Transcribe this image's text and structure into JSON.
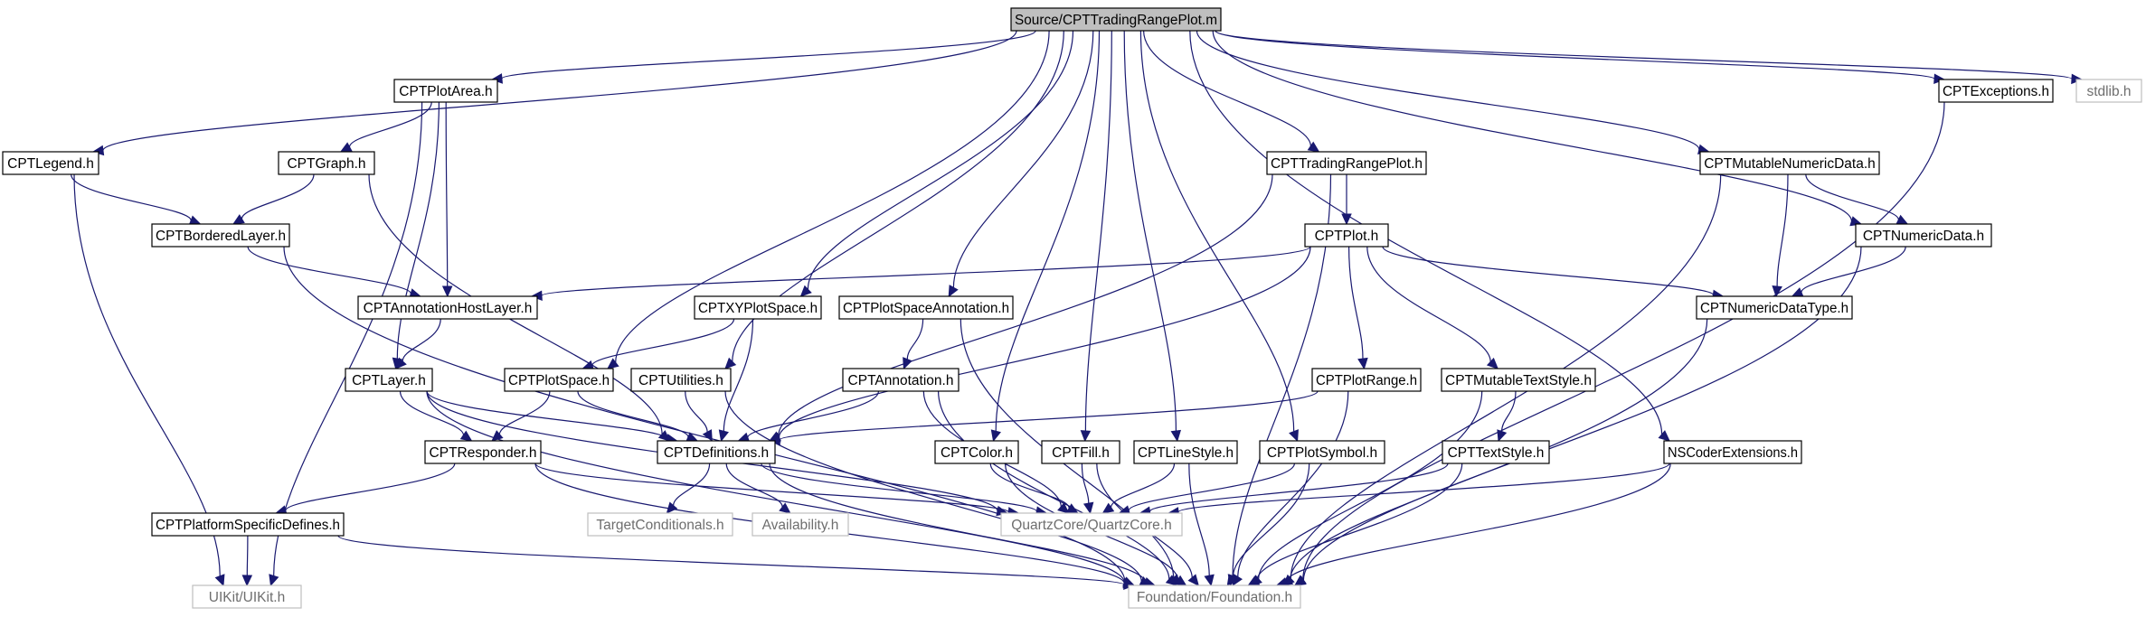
{
  "colors": {
    "edge": "#191970",
    "root_fill": "#bfbfbf",
    "node_border": "#000000",
    "external_border": "#bfbfbf",
    "external_text": "#6e6e6e"
  },
  "nodes": [
    {
      "id": "root",
      "label": "Source/CPTTradingRangePlot.m",
      "kind": "root"
    },
    {
      "id": "plotarea",
      "label": "CPTPlotArea.h",
      "kind": "header"
    },
    {
      "id": "exceptions",
      "label": "CPTExceptions.h",
      "kind": "header"
    },
    {
      "id": "stdlib",
      "label": "stdlib.h",
      "kind": "external"
    },
    {
      "id": "legend",
      "label": "CPTLegend.h",
      "kind": "header"
    },
    {
      "id": "graph",
      "label": "CPTGraph.h",
      "kind": "header"
    },
    {
      "id": "tradinghdr",
      "label": "CPTTradingRangePlot.h",
      "kind": "header"
    },
    {
      "id": "mutnum",
      "label": "CPTMutableNumericData.h",
      "kind": "header"
    },
    {
      "id": "bordered",
      "label": "CPTBorderedLayer.h",
      "kind": "header"
    },
    {
      "id": "plot",
      "label": "CPTPlot.h",
      "kind": "header"
    },
    {
      "id": "numdata",
      "label": "CPTNumericData.h",
      "kind": "header"
    },
    {
      "id": "annothost",
      "label": "CPTAnnotationHostLayer.h",
      "kind": "header"
    },
    {
      "id": "xyspace",
      "label": "CPTXYPlotSpace.h",
      "kind": "header"
    },
    {
      "id": "spaceannot",
      "label": "CPTPlotSpaceAnnotation.h",
      "kind": "header"
    },
    {
      "id": "numtype",
      "label": "CPTNumericDataType.h",
      "kind": "header"
    },
    {
      "id": "layer",
      "label": "CPTLayer.h",
      "kind": "header"
    },
    {
      "id": "plotspace",
      "label": "CPTPlotSpace.h",
      "kind": "header"
    },
    {
      "id": "utilities",
      "label": "CPTUtilities.h",
      "kind": "header"
    },
    {
      "id": "annotation",
      "label": "CPTAnnotation.h",
      "kind": "header"
    },
    {
      "id": "plotrange",
      "label": "CPTPlotRange.h",
      "kind": "header"
    },
    {
      "id": "muttext",
      "label": "CPTMutableTextStyle.h",
      "kind": "header"
    },
    {
      "id": "responder",
      "label": "CPTResponder.h",
      "kind": "header"
    },
    {
      "id": "defs",
      "label": "CPTDefinitions.h",
      "kind": "header"
    },
    {
      "id": "color",
      "label": "CPTColor.h",
      "kind": "header"
    },
    {
      "id": "fill",
      "label": "CPTFill.h",
      "kind": "header"
    },
    {
      "id": "linestyle",
      "label": "CPTLineStyle.h",
      "kind": "header"
    },
    {
      "id": "plotsymbol",
      "label": "CPTPlotSymbol.h",
      "kind": "header"
    },
    {
      "id": "textstyle",
      "label": "CPTTextStyle.h",
      "kind": "header"
    },
    {
      "id": "nscoder",
      "label": "NSCoderExtensions.h",
      "kind": "header"
    },
    {
      "id": "platform",
      "label": "CPTPlatformSpecificDefines.h",
      "kind": "header"
    },
    {
      "id": "targetcond",
      "label": "TargetConditionals.h",
      "kind": "external"
    },
    {
      "id": "availability",
      "label": "Availability.h",
      "kind": "external"
    },
    {
      "id": "quartz",
      "label": "QuartzCore/QuartzCore.h",
      "kind": "external"
    },
    {
      "id": "uikit",
      "label": "UIKit/UIKit.h",
      "kind": "external"
    },
    {
      "id": "foundation",
      "label": "Foundation/Foundation.h",
      "kind": "external"
    }
  ],
  "edges": [
    [
      "root",
      "plotarea"
    ],
    [
      "root",
      "legend"
    ],
    [
      "root",
      "exceptions"
    ],
    [
      "root",
      "stdlib"
    ],
    [
      "root",
      "tradinghdr"
    ],
    [
      "root",
      "mutnum"
    ],
    [
      "root",
      "numdata"
    ],
    [
      "root",
      "xyspace"
    ],
    [
      "root",
      "spaceannot"
    ],
    [
      "root",
      "plotspace"
    ],
    [
      "root",
      "utilities"
    ],
    [
      "root",
      "color"
    ],
    [
      "root",
      "fill"
    ],
    [
      "root",
      "linestyle"
    ],
    [
      "root",
      "plotsymbol"
    ],
    [
      "root",
      "nscoder"
    ],
    [
      "plotarea",
      "graph"
    ],
    [
      "plotarea",
      "annothost"
    ],
    [
      "plotarea",
      "layer"
    ],
    [
      "plotarea",
      "uikit"
    ],
    [
      "legend",
      "bordered"
    ],
    [
      "legend",
      "uikit"
    ],
    [
      "graph",
      "bordered"
    ],
    [
      "graph",
      "defs"
    ],
    [
      "bordered",
      "annothost"
    ],
    [
      "bordered",
      "foundation"
    ],
    [
      "annothost",
      "layer"
    ],
    [
      "layer",
      "responder"
    ],
    [
      "layer",
      "defs"
    ],
    [
      "layer",
      "quartz"
    ],
    [
      "layer",
      "foundation"
    ],
    [
      "plotspace",
      "responder"
    ],
    [
      "plotspace",
      "defs"
    ],
    [
      "xyspace",
      "plotspace"
    ],
    [
      "xyspace",
      "defs"
    ],
    [
      "utilities",
      "defs"
    ],
    [
      "utilities",
      "foundation"
    ],
    [
      "spaceannot",
      "annotation"
    ],
    [
      "spaceannot",
      "foundation"
    ],
    [
      "annotation",
      "defs"
    ],
    [
      "annotation",
      "quartz"
    ],
    [
      "annotation",
      "foundation"
    ],
    [
      "tradinghdr",
      "plot"
    ],
    [
      "tradinghdr",
      "defs"
    ],
    [
      "tradinghdr",
      "foundation"
    ],
    [
      "plot",
      "annothost"
    ],
    [
      "plot",
      "numtype"
    ],
    [
      "plot",
      "plotrange"
    ],
    [
      "plot",
      "muttext"
    ],
    [
      "plot",
      "defs"
    ],
    [
      "plotrange",
      "defs"
    ],
    [
      "plotrange",
      "foundation"
    ],
    [
      "muttext",
      "textstyle"
    ],
    [
      "muttext",
      "foundation"
    ],
    [
      "textstyle",
      "quartz"
    ],
    [
      "textstyle",
      "foundation"
    ],
    [
      "mutnum",
      "numdata"
    ],
    [
      "mutnum",
      "numtype"
    ],
    [
      "mutnum",
      "foundation"
    ],
    [
      "numdata",
      "numtype"
    ],
    [
      "numdata",
      "foundation"
    ],
    [
      "numtype",
      "foundation"
    ],
    [
      "exceptions",
      "foundation"
    ],
    [
      "nscoder",
      "quartz"
    ],
    [
      "nscoder",
      "foundation"
    ],
    [
      "responder",
      "platform"
    ],
    [
      "responder",
      "quartz"
    ],
    [
      "responder",
      "foundation"
    ],
    [
      "platform",
      "uikit"
    ],
    [
      "platform",
      "foundation"
    ],
    [
      "defs",
      "targetcond"
    ],
    [
      "defs",
      "availability"
    ],
    [
      "defs",
      "quartz"
    ],
    [
      "defs",
      "foundation"
    ],
    [
      "color",
      "quartz"
    ],
    [
      "color",
      "foundation"
    ],
    [
      "fill",
      "quartz"
    ],
    [
      "fill",
      "foundation"
    ],
    [
      "linestyle",
      "quartz"
    ],
    [
      "linestyle",
      "foundation"
    ],
    [
      "plotsymbol",
      "quartz"
    ],
    [
      "plotsymbol",
      "foundation"
    ]
  ]
}
